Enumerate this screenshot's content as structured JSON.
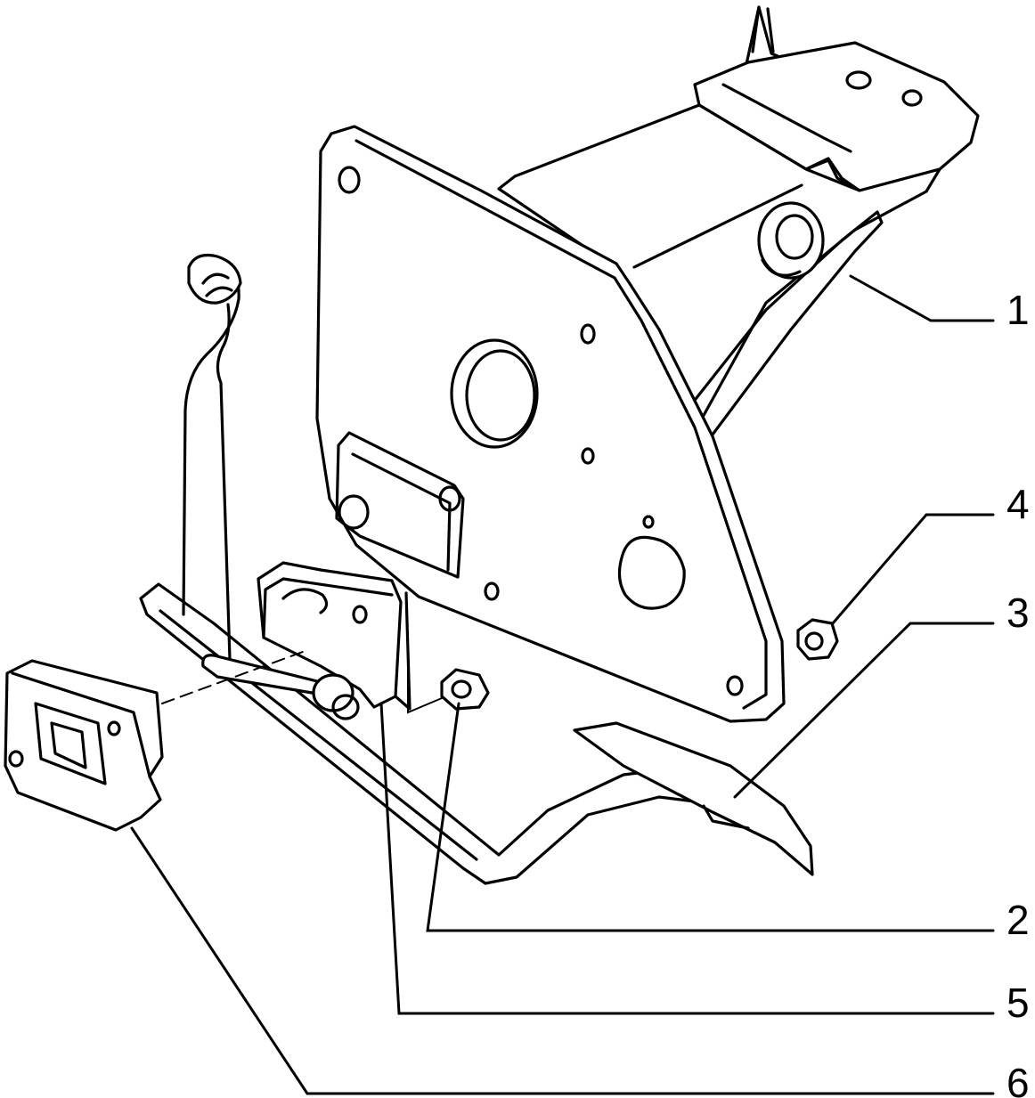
{
  "callouts": [
    {
      "id": "1",
      "label": "1"
    },
    {
      "id": "4",
      "label": "4"
    },
    {
      "id": "3",
      "label": "3"
    },
    {
      "id": "2",
      "label": "2"
    },
    {
      "id": "5",
      "label": "5"
    },
    {
      "id": "6",
      "label": "6"
    }
  ],
  "colors": {
    "ink": "#000000",
    "paper": "#ffffff"
  }
}
